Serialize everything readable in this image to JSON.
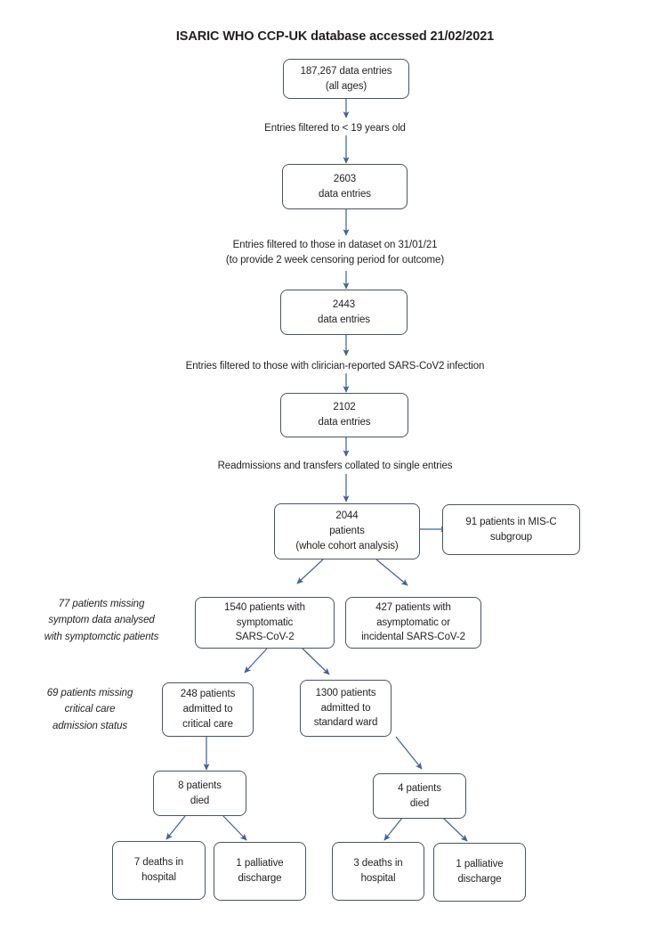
{
  "title": "ISARIC WHO CCP-UK database accessed 21/02/2021",
  "colors": {
    "box_border": "#4a5560",
    "arrow": "#3f6499",
    "text": "#231f20",
    "background": "#ffffff"
  },
  "nodes": {
    "all_entries": {
      "lines": [
        "187,267 data entries",
        "(all ages)"
      ]
    },
    "entries_2603": {
      "lines": [
        "2603",
        "data entries"
      ]
    },
    "entries_2443": {
      "lines": [
        "2443",
        "data entries"
      ]
    },
    "entries_2102": {
      "lines": [
        "2102",
        "data entries"
      ]
    },
    "patients_2044": {
      "lines": [
        "2044",
        "patients",
        "(whole cohort analysis)"
      ]
    },
    "misc_subgroup": {
      "lines": [
        "91 patients in MIS-C",
        "subgroup"
      ]
    },
    "symptomatic": {
      "lines": [
        "1540 patients with",
        "symptomatic",
        "SARS-CoV-2"
      ]
    },
    "asymptomatic": {
      "lines": [
        "427 patients with",
        "asymptomatic or",
        "incidental SARS-CoV-2"
      ]
    },
    "critical_care": {
      "lines": [
        "248 patients",
        "admitted to",
        "critical care"
      ]
    },
    "standard_ward": {
      "lines": [
        "1300 patients",
        "admitted to",
        "standard ward"
      ]
    },
    "died_critical": {
      "lines": [
        "8 patients",
        "died"
      ]
    },
    "died_ward": {
      "lines": [
        "4 patients",
        "died"
      ]
    },
    "deaths_hospital_critical": {
      "lines": [
        "7 deaths in",
        "hospital"
      ]
    },
    "palliative_critical": {
      "lines": [
        "1 palliative",
        "discharge"
      ]
    },
    "deaths_hospital_ward": {
      "lines": [
        "3 deaths in",
        "hospital"
      ]
    },
    "palliative_ward": {
      "lines": [
        "1 palliative",
        "discharge"
      ]
    }
  },
  "captions": {
    "filter_age": {
      "lines": [
        "Entries filtered to < 19 years old"
      ]
    },
    "filter_dataset": {
      "lines": [
        "Entries filtered to those in dataset on 31/01/21",
        "(to provide 2 week censoring period for outcome)"
      ]
    },
    "filter_infection": {
      "lines": [
        "Entries filtered to those with clirician-reported SARS-CoV2 infection"
      ]
    },
    "collate": {
      "lines": [
        "Readmissions and transfers collated to single entries"
      ]
    }
  },
  "sidenotes": {
    "missing_symptom": {
      "lines": [
        "77 patients missing",
        "symptom data analysed",
        "with symptomctic patients"
      ]
    },
    "missing_critical": {
      "lines": [
        "69 patients missing",
        "critical care",
        "admission status"
      ]
    }
  },
  "flow": {
    "type": "flowchart",
    "edges": [
      {
        "from": "all_entries",
        "to": "entries_2603",
        "label": "Entries filtered to < 19 years old"
      },
      {
        "from": "entries_2603",
        "to": "entries_2443",
        "label": "Entries filtered to those in dataset on 31/01/21"
      },
      {
        "from": "entries_2443",
        "to": "entries_2102",
        "label": "Entries filtered to those with clirician-reported SARS-CoV2 infection"
      },
      {
        "from": "entries_2102",
        "to": "patients_2044",
        "label": "Readmissions and transfers collated to single entries"
      },
      {
        "from": "patients_2044",
        "to": "misc_subgroup",
        "label": ""
      },
      {
        "from": "patients_2044",
        "to": "symptomatic",
        "label": ""
      },
      {
        "from": "patients_2044",
        "to": "asymptomatic",
        "label": ""
      },
      {
        "from": "symptomatic",
        "to": "critical_care",
        "label": ""
      },
      {
        "from": "symptomatic",
        "to": "standard_ward",
        "label": ""
      },
      {
        "from": "critical_care",
        "to": "died_critical",
        "label": ""
      },
      {
        "from": "standard_ward",
        "to": "died_ward",
        "label": ""
      },
      {
        "from": "died_critical",
        "to": "deaths_hospital_critical",
        "label": ""
      },
      {
        "from": "died_critical",
        "to": "palliative_critical",
        "label": ""
      },
      {
        "from": "died_ward",
        "to": "deaths_hospital_ward",
        "label": ""
      },
      {
        "from": "died_ward",
        "to": "palliative_ward",
        "label": ""
      }
    ]
  }
}
